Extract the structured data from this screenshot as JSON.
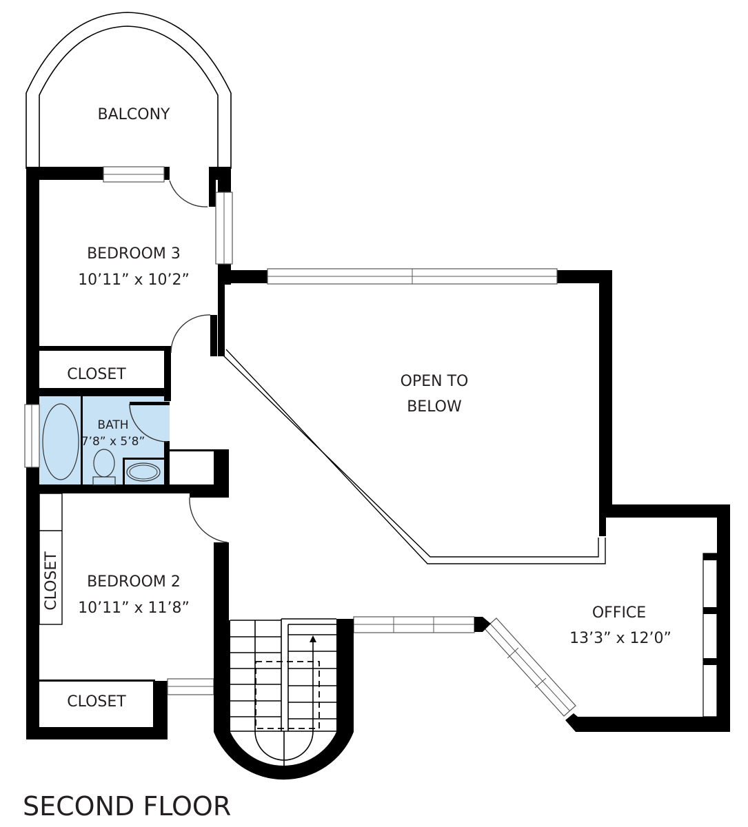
{
  "plan": {
    "title": "SECOND FLOOR",
    "colors": {
      "wall": "#000000",
      "bath_fill": "#c7e2f5",
      "text": "#231f20"
    },
    "rooms": {
      "balcony": {
        "name": "BALCONY"
      },
      "bedroom3": {
        "name": "BEDROOM 3",
        "dims": "10’11” x 10’2”"
      },
      "closet_upper": {
        "name": "CLOSET"
      },
      "bath": {
        "name": "BATH",
        "dims": "7’8” x 5’8”"
      },
      "open_to_below": {
        "line1": "OPEN TO",
        "line2": "BELOW"
      },
      "bedroom2": {
        "name": "BEDROOM 2",
        "dims": "10’11” x 11’8”"
      },
      "closet_side": {
        "name": "CLOSET"
      },
      "closet_lower": {
        "name": "CLOSET"
      },
      "office": {
        "name": "OFFICE",
        "dims": "13’3” x 12’0”"
      }
    }
  }
}
